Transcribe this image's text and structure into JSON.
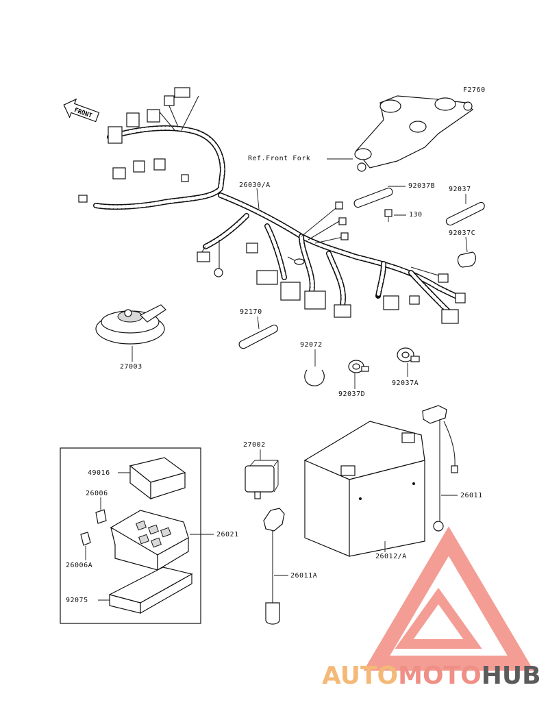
{
  "figure_code": "F2760",
  "front_marker": "FRONT",
  "ref_front_fork": "Ref.Front Fork",
  "parts": {
    "harness": "26030/A",
    "clip_b": "92037B",
    "clip": "92037",
    "bolt": "130",
    "clip_c": "92037C",
    "clip_d": "92037D",
    "clip_a": "92037A",
    "band": "92170",
    "tie": "92072",
    "horn": "27003",
    "relay": "27002",
    "fuse_cover": "49016",
    "fuse": "26006",
    "fuse_a": "26006A",
    "fuse_box": "26021",
    "fuse_box_cover": "92075",
    "battery_cable_a": "26011A",
    "battery": "26012/A",
    "battery_cable": "26011"
  },
  "watermark": {
    "part1": "AUTO",
    "part2": "MOTO",
    "part3": "HUB",
    "colors": {
      "part1": "#f5b977",
      "part2": "#ef8f86",
      "part3": "#5b5b5b",
      "logo": "#f28c82"
    }
  }
}
